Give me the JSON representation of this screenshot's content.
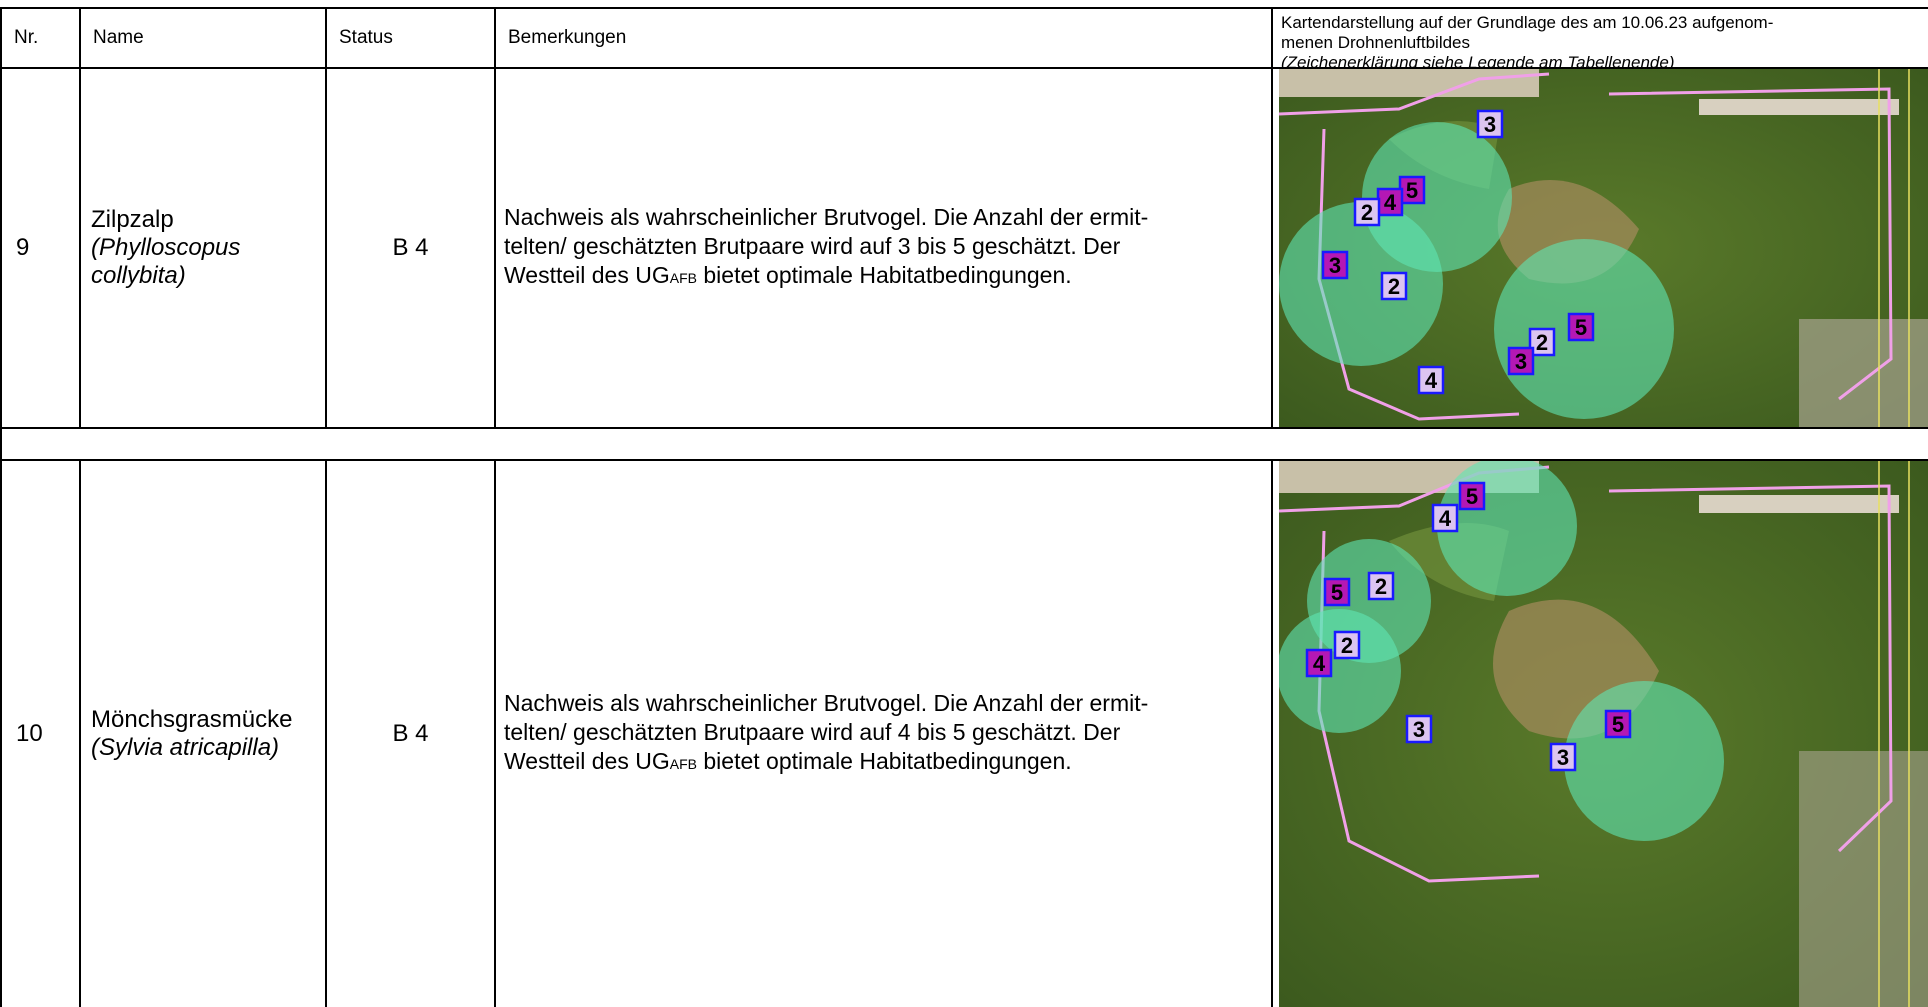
{
  "header": {
    "nr": "Nr.",
    "name": "Name",
    "status": "Status",
    "remarks": "Bemerkungen",
    "map_line1": "Kartendarstellung auf der Grundlage des am 10.06.23 aufgenom-",
    "map_line2": "menen Drohnenluftbildes",
    "map_legend_note": "(Zeichenerklärung siehe Legende am Tabellenende)"
  },
  "rows": [
    {
      "nr": "9",
      "name": "Zilpzalp",
      "scientific_line1": "(Phylloscopus",
      "scientific_line2": "collybita)",
      "status": "B 4",
      "remark_line1": "Nachweis als wahrscheinlicher Brutvogel. Die Anzahl der ermit-",
      "remark_line2": "telten/ geschätzten Brutpaare wird auf 3 bis 5 geschätzt. Der",
      "remark_line3_a": "Westteil des UG",
      "remark_line3_sub": "AFB",
      "remark_line3_b": " bietet optimale Habitatbedingungen.",
      "markers": [
        {
          "label": "3",
          "style": "light"
        },
        {
          "label": "5",
          "style": "dark"
        },
        {
          "label": "4",
          "style": "dark"
        },
        {
          "label": "2",
          "style": "light"
        },
        {
          "label": "3",
          "style": "dark"
        },
        {
          "label": "2",
          "style": "light"
        },
        {
          "label": "5",
          "style": "dark"
        },
        {
          "label": "2",
          "style": "light"
        },
        {
          "label": "3",
          "style": "dark"
        },
        {
          "label": "4",
          "style": "light"
        }
      ]
    },
    {
      "nr": "10",
      "name": "Mönchsgrasmücke",
      "scientific_line1": "(Sylvia atricapilla)",
      "scientific_line2": "",
      "status": "B 4",
      "remark_line1": "Nachweis als wahrscheinlicher Brutvogel. Die Anzahl der ermit-",
      "remark_line2": "telten/ geschätzten Brutpaare wird auf 4 bis 5 geschätzt. Der",
      "remark_line3_a": "Westteil des UG",
      "remark_line3_sub": "AFB",
      "remark_line3_b": " bietet optimale Habitatbedingungen.",
      "markers": [
        {
          "label": "5",
          "style": "dark"
        },
        {
          "label": "4",
          "style": "light"
        },
        {
          "label": "5",
          "style": "dark"
        },
        {
          "label": "2",
          "style": "light"
        },
        {
          "label": "2",
          "style": "light"
        },
        {
          "label": "4",
          "style": "dark"
        },
        {
          "label": "3",
          "style": "light"
        },
        {
          "label": "5",
          "style": "dark"
        },
        {
          "label": "3",
          "style": "light"
        }
      ]
    }
  ],
  "colors": {
    "territory_circle": "#5fe6b4",
    "marker_dark": "#b418b4",
    "marker_light": "#dcc4f0",
    "marker_border": "#1a1aff",
    "boundary_line": "#f0a0e8"
  }
}
